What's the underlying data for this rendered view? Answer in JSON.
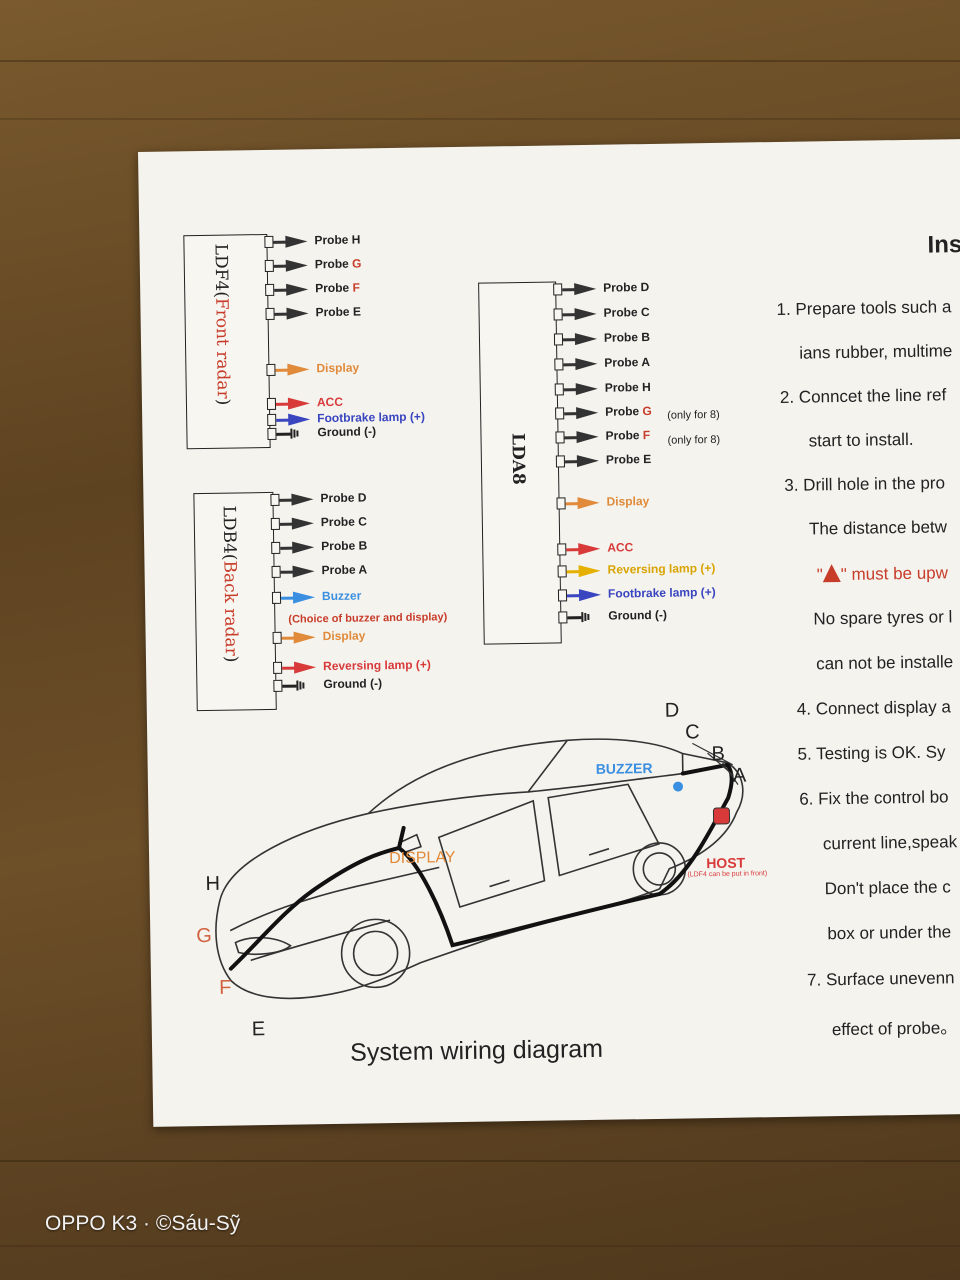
{
  "ldf4": {
    "title_prefix": "LDF4(",
    "title_highlight": "Front radar",
    "title_suffix": ")",
    "probes": [
      "Probe H",
      "Probe G",
      "Probe F",
      "Probe E"
    ],
    "display": "Display",
    "acc": "ACC",
    "footbrake": "Footbrake lamp (+)",
    "ground": "Ground (-)"
  },
  "ldb4": {
    "title_prefix": "LDB4(",
    "title_highlight": "Back radar",
    "title_suffix": ")",
    "probes": [
      "Probe D",
      "Probe C",
      "Probe B",
      "Probe A"
    ],
    "buzzer": "Buzzer",
    "buzzer_note": "(Choice of buzzer and display)",
    "display": "Display",
    "reversing": "Reversing lamp (+)",
    "ground": "Ground (-)"
  },
  "lda8": {
    "title": "LDA8",
    "probes": [
      "Probe D",
      "Probe C",
      "Probe B",
      "Probe A",
      "Probe H",
      "Probe G",
      "Probe F",
      "Probe E"
    ],
    "only_for_8": "(only for 8)",
    "display": "Display",
    "acc": "ACC",
    "reversing": "Reversing lamp (+)",
    "footbrake": "Footbrake lamp (+)",
    "ground": "Ground (-)"
  },
  "instructions": {
    "title": "Ins",
    "lines": [
      "1. Prepare tools such a",
      "ians rubber, multime",
      "2. Conncet the line ref",
      "start to install.",
      "3. Drill hole in the pro",
      "The distance betw",
      "must be upw",
      "No spare tyres or l",
      "can not be installe",
      "4. Connect display a",
      "5. Testing is OK. Sy",
      "6. Fix the control bo",
      "current line,speak",
      "Don't place the c",
      "box or under the",
      "7. Surface unevenn",
      "effect of probe。"
    ]
  },
  "diagram": {
    "caption": "System wiring diagram",
    "buzzer": "BUZZER",
    "display": "DISPLAY",
    "host": "HOST",
    "host_note": "(LDF4 can be put in front)",
    "letters_rear": [
      "D",
      "C",
      "B",
      "A"
    ],
    "letters_front": [
      "H",
      "G",
      "F",
      "E"
    ]
  },
  "watermark": "OPPO K3 · ©Sáu-Sỹ",
  "colors": {
    "probe": "#333333",
    "display": "#e08a3a",
    "acc": "#d83a3a",
    "footbrake": "#3a45c0",
    "ground": "#222222",
    "buzzer": "#3a8fe0",
    "reversing_ldb4": "#d83a3a",
    "reversing_lda8": "#e6b000",
    "highlight_text": "#c83c2a"
  }
}
